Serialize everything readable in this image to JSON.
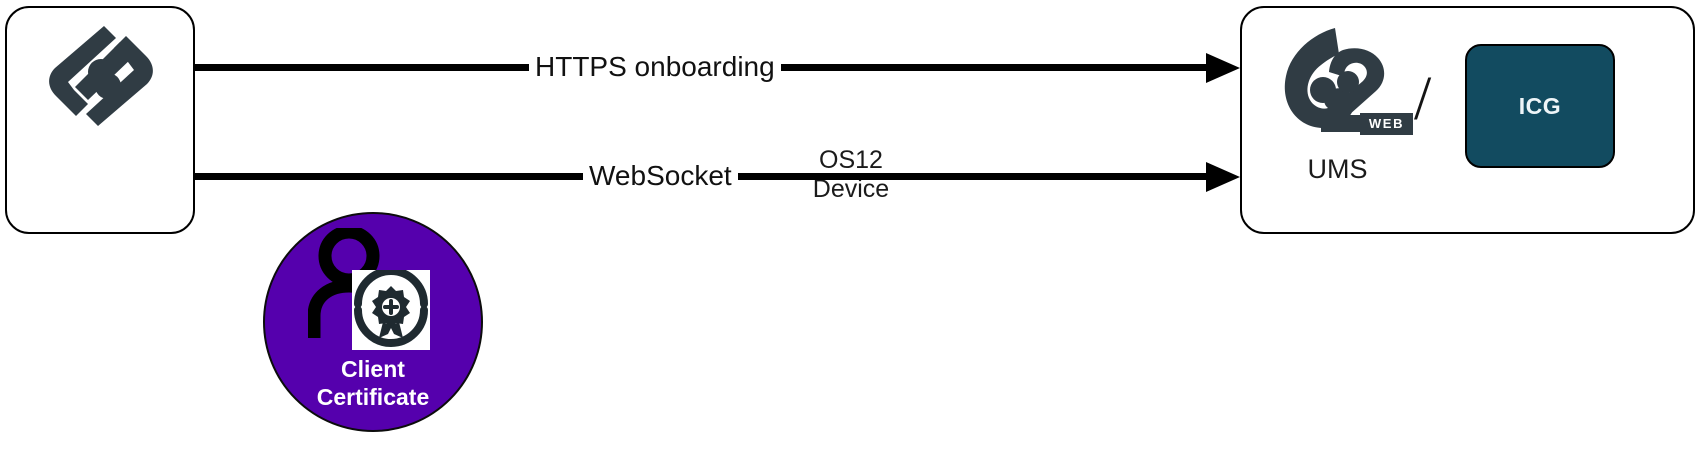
{
  "diagram": {
    "title": "OS12 Device to UMS connectivity",
    "background": "#ffffff",
    "accent_teal": "#124B60",
    "accent_purple": "#5500AD",
    "logo_dark": "#303c44"
  },
  "nodes": {
    "device": {
      "label": "OS12\nDevice",
      "logo_name": "os12-brand-logo"
    },
    "ums": {
      "label": "UMS",
      "logo_name": "ums-web-brand-logo",
      "web_badge": "WEB",
      "separator": "/",
      "icg_label": "ICG"
    },
    "client_certificate": {
      "label": "Client\nCertificate",
      "icon_name": "user-certificate-icon"
    }
  },
  "connections": [
    {
      "id": "https-onboarding",
      "label": "HTTPS onboarding",
      "from": "device",
      "to": "ums",
      "direction": "right"
    },
    {
      "id": "websocket",
      "label": "WebSocket",
      "from": "device",
      "to": "ums",
      "direction": "right"
    }
  ]
}
